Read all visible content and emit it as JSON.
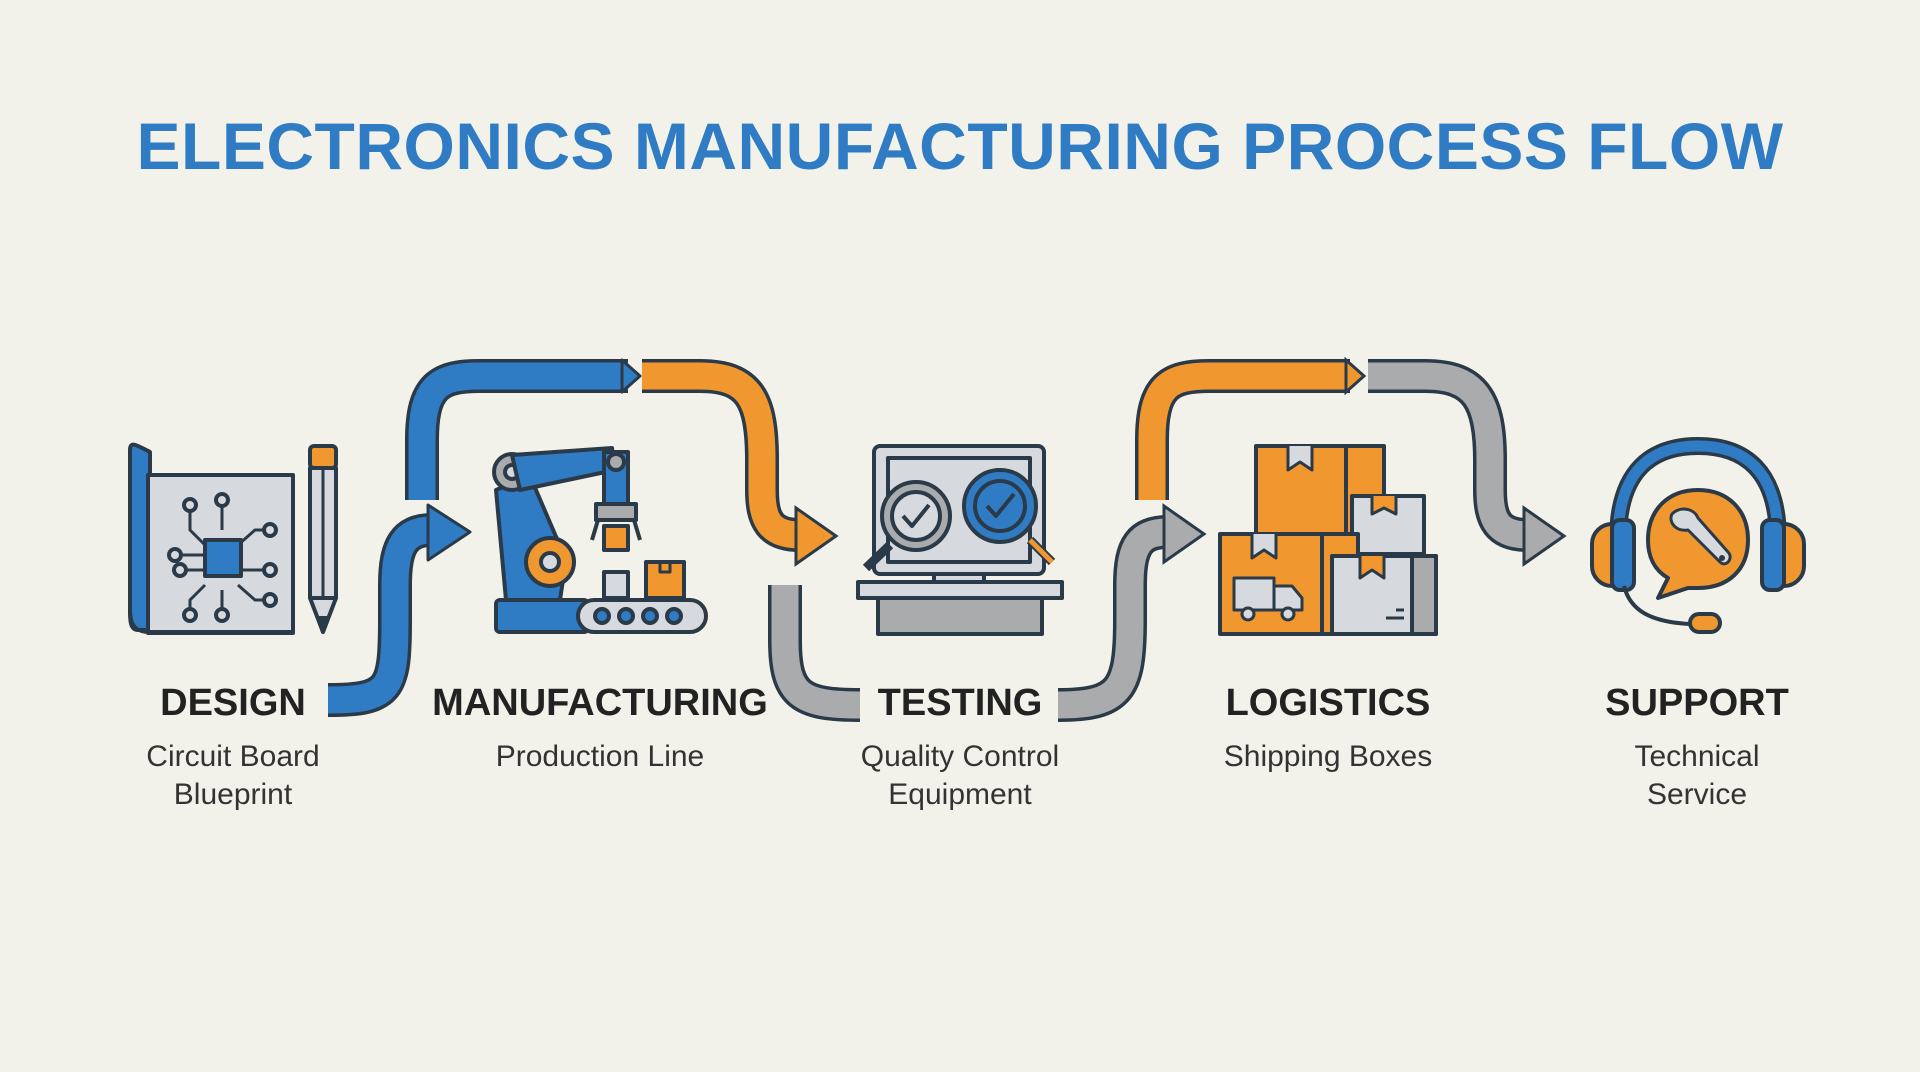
{
  "title": "ELECTRONICS MANUFACTURING PROCESS FLOW",
  "colors": {
    "blue": "#2f7cc4",
    "orange": "#f0982f",
    "gray": "#a9abad",
    "outline": "#2b3a48",
    "background": "#f3f2ea",
    "light_gray": "#d6d9dd"
  },
  "steps": [
    {
      "label": "DESIGN",
      "desc_lines": [
        "Circuit Board",
        "Blueprint"
      ],
      "icon": "circuit-blueprint-icon"
    },
    {
      "label": "MANUFACTURING",
      "desc_lines": [
        "Production Line"
      ],
      "icon": "robot-arm-icon"
    },
    {
      "label": "TESTING",
      "desc_lines": [
        "Quality Control",
        "Equipment"
      ],
      "icon": "quality-monitor-icon"
    },
    {
      "label": "LOGISTICS",
      "desc_lines": [
        "Shipping Boxes"
      ],
      "icon": "shipping-boxes-icon"
    },
    {
      "label": "SUPPORT",
      "desc_lines": [
        "Technical",
        "Service"
      ],
      "icon": "headset-support-icon"
    }
  ]
}
